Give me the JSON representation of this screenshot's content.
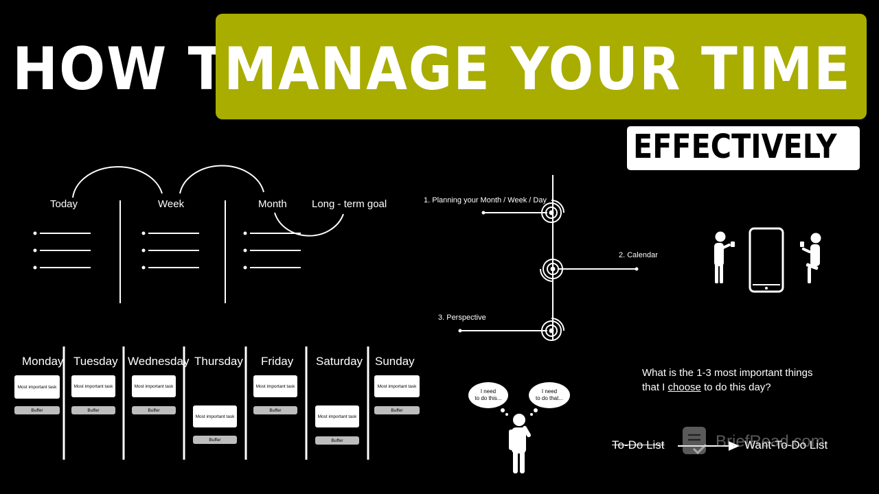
{
  "title": {
    "prefix": "HOW TO",
    "highlight": "MANAGE YOUR TIME",
    "subtitle": "EFFECTIVELY"
  },
  "planning_columns": {
    "labels": [
      "Today",
      "Week",
      "Month",
      "Long - term goal"
    ]
  },
  "steps": {
    "items": [
      {
        "label": "1. Planning your Month / Week / Day"
      },
      {
        "label": "2. Calendar"
      },
      {
        "label": "3. Perspective"
      }
    ]
  },
  "weekly_plan": {
    "days": [
      {
        "name": "Monday",
        "task": "Most important task",
        "buffer": "Buffer"
      },
      {
        "name": "Tuesday",
        "task": "Most important task",
        "buffer": "Buffer"
      },
      {
        "name": "Wednesday",
        "task": "Most important task",
        "buffer": "Buffer"
      },
      {
        "name": "Thursday",
        "task": "Most important task",
        "buffer": "Buffer"
      },
      {
        "name": "Friday",
        "task": "Most important task",
        "buffer": "Buffer"
      },
      {
        "name": "Saturday",
        "task": "Most important task",
        "buffer": "Buffer"
      },
      {
        "name": "Sunday",
        "task": "Most important task",
        "buffer": "Buffer"
      }
    ]
  },
  "thoughts": {
    "left": "I need\nto do this...",
    "right": "I need\nto do that..."
  },
  "question": {
    "line1": "What is the 1-3 most important things",
    "line2_before": "that I ",
    "line2_underlined": "choose",
    "line2_after": " to do this day?"
  },
  "lists": {
    "old": "To-Do List",
    "new": "Want-To-Do List"
  },
  "watermark": {
    "text": "BriefRead.com"
  },
  "colors": {
    "background": "#000000",
    "accent": "#a9ad00",
    "foreground": "#ffffff",
    "buffer": "#bdbdbd"
  }
}
